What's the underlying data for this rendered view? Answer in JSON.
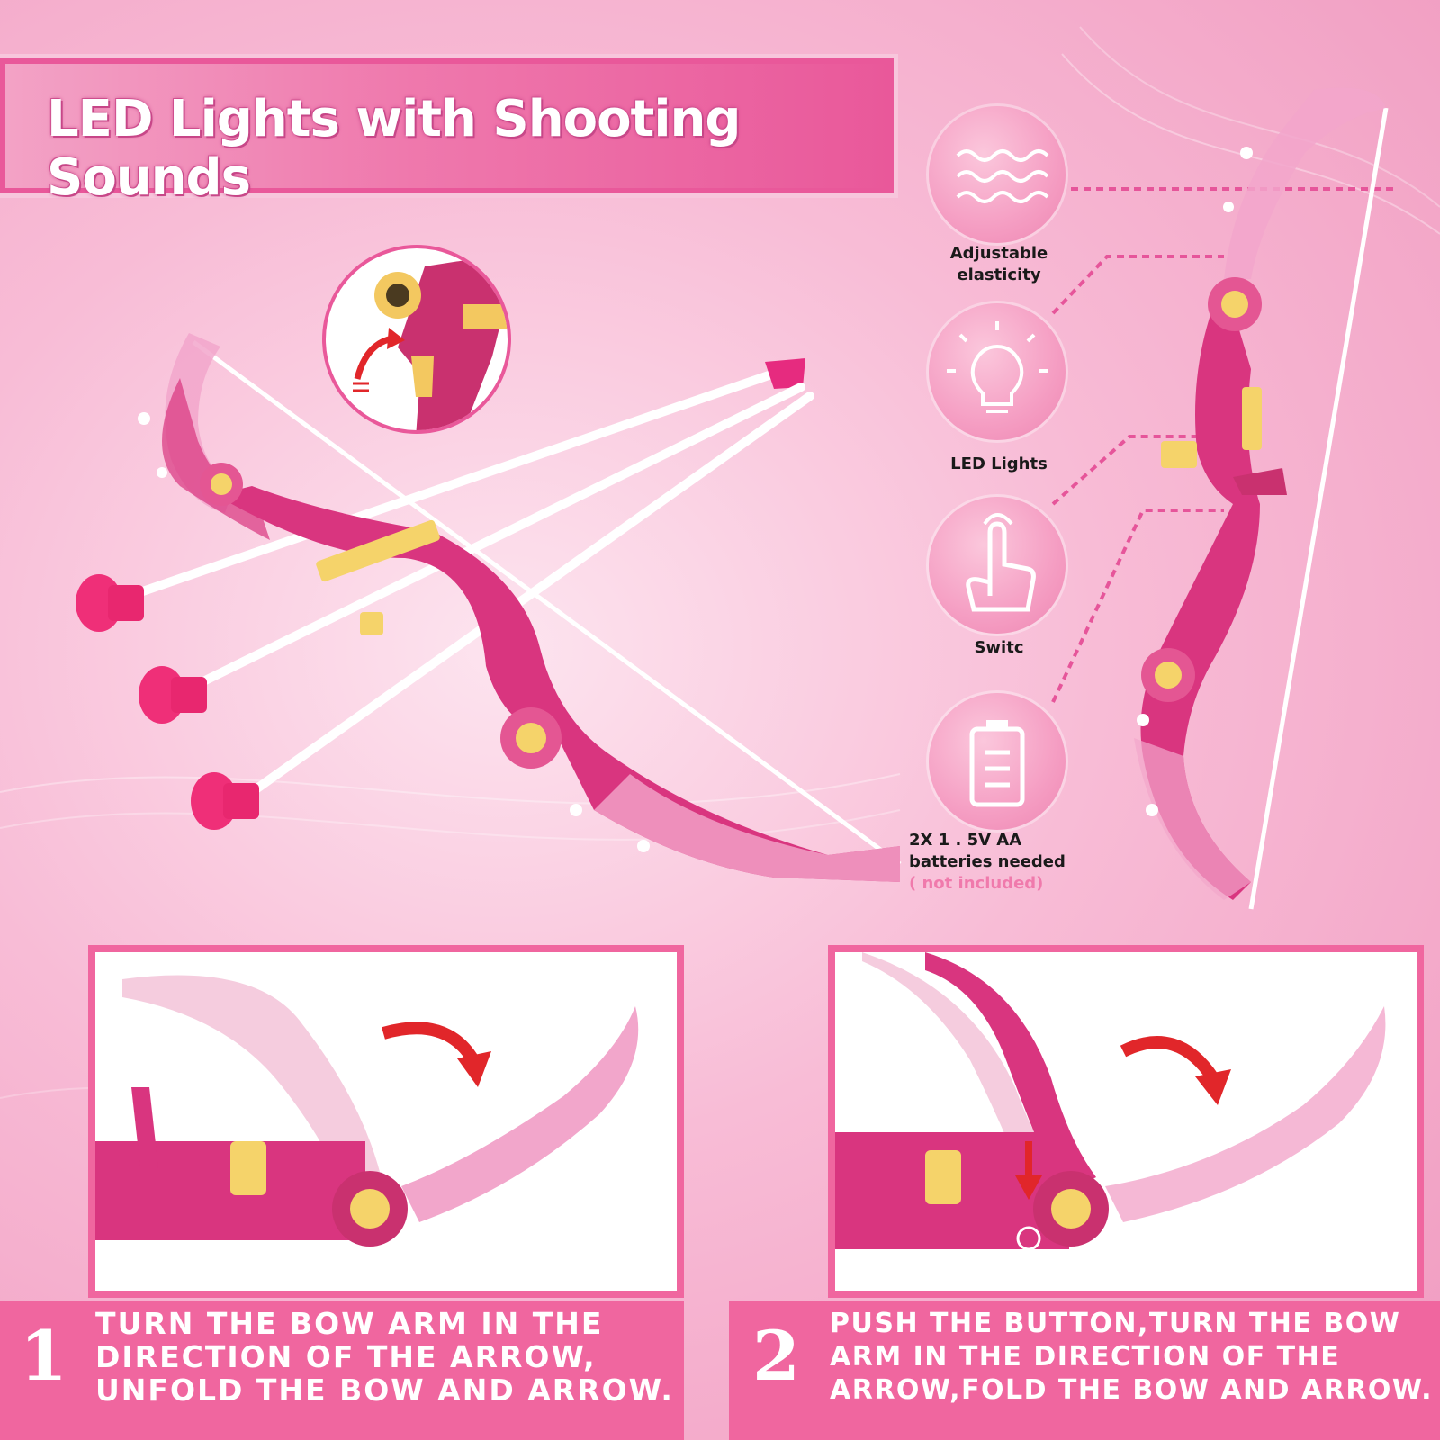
{
  "title": "LED Lights with Shooting Sounds",
  "features": [
    {
      "icon": "wave-icon",
      "label_line1": "Adjustable",
      "label_line2": "elasticity"
    },
    {
      "icon": "light-bulb-icon",
      "label_line1": "LED Lights"
    },
    {
      "icon": "touch-finger-icon",
      "label_line1": "Switc"
    },
    {
      "icon": "battery-icon",
      "label_line1": "2X 1 . 5V AA",
      "label_line2": "batteries needed",
      "note": "( not included)"
    }
  ],
  "steps": [
    {
      "number": "1",
      "line1": "TURN THE BOW ARM IN THE",
      "line2": "DIRECTION OF THE ARROW,",
      "line3": "UNFOLD THE BOW AND ARROW."
    },
    {
      "number": "2",
      "line1": "PUSH THE BUTTON,TURN THE BOW",
      "line2": "ARM IN THE DIRECTION OF THE",
      "line3": "ARROW,FOLD THE BOW AND ARROW."
    }
  ],
  "colors": {
    "accent": "#f0669f",
    "bow": "#d9357f",
    "yellow": "#f5d36a",
    "suction_cup": "#ef2f78"
  }
}
